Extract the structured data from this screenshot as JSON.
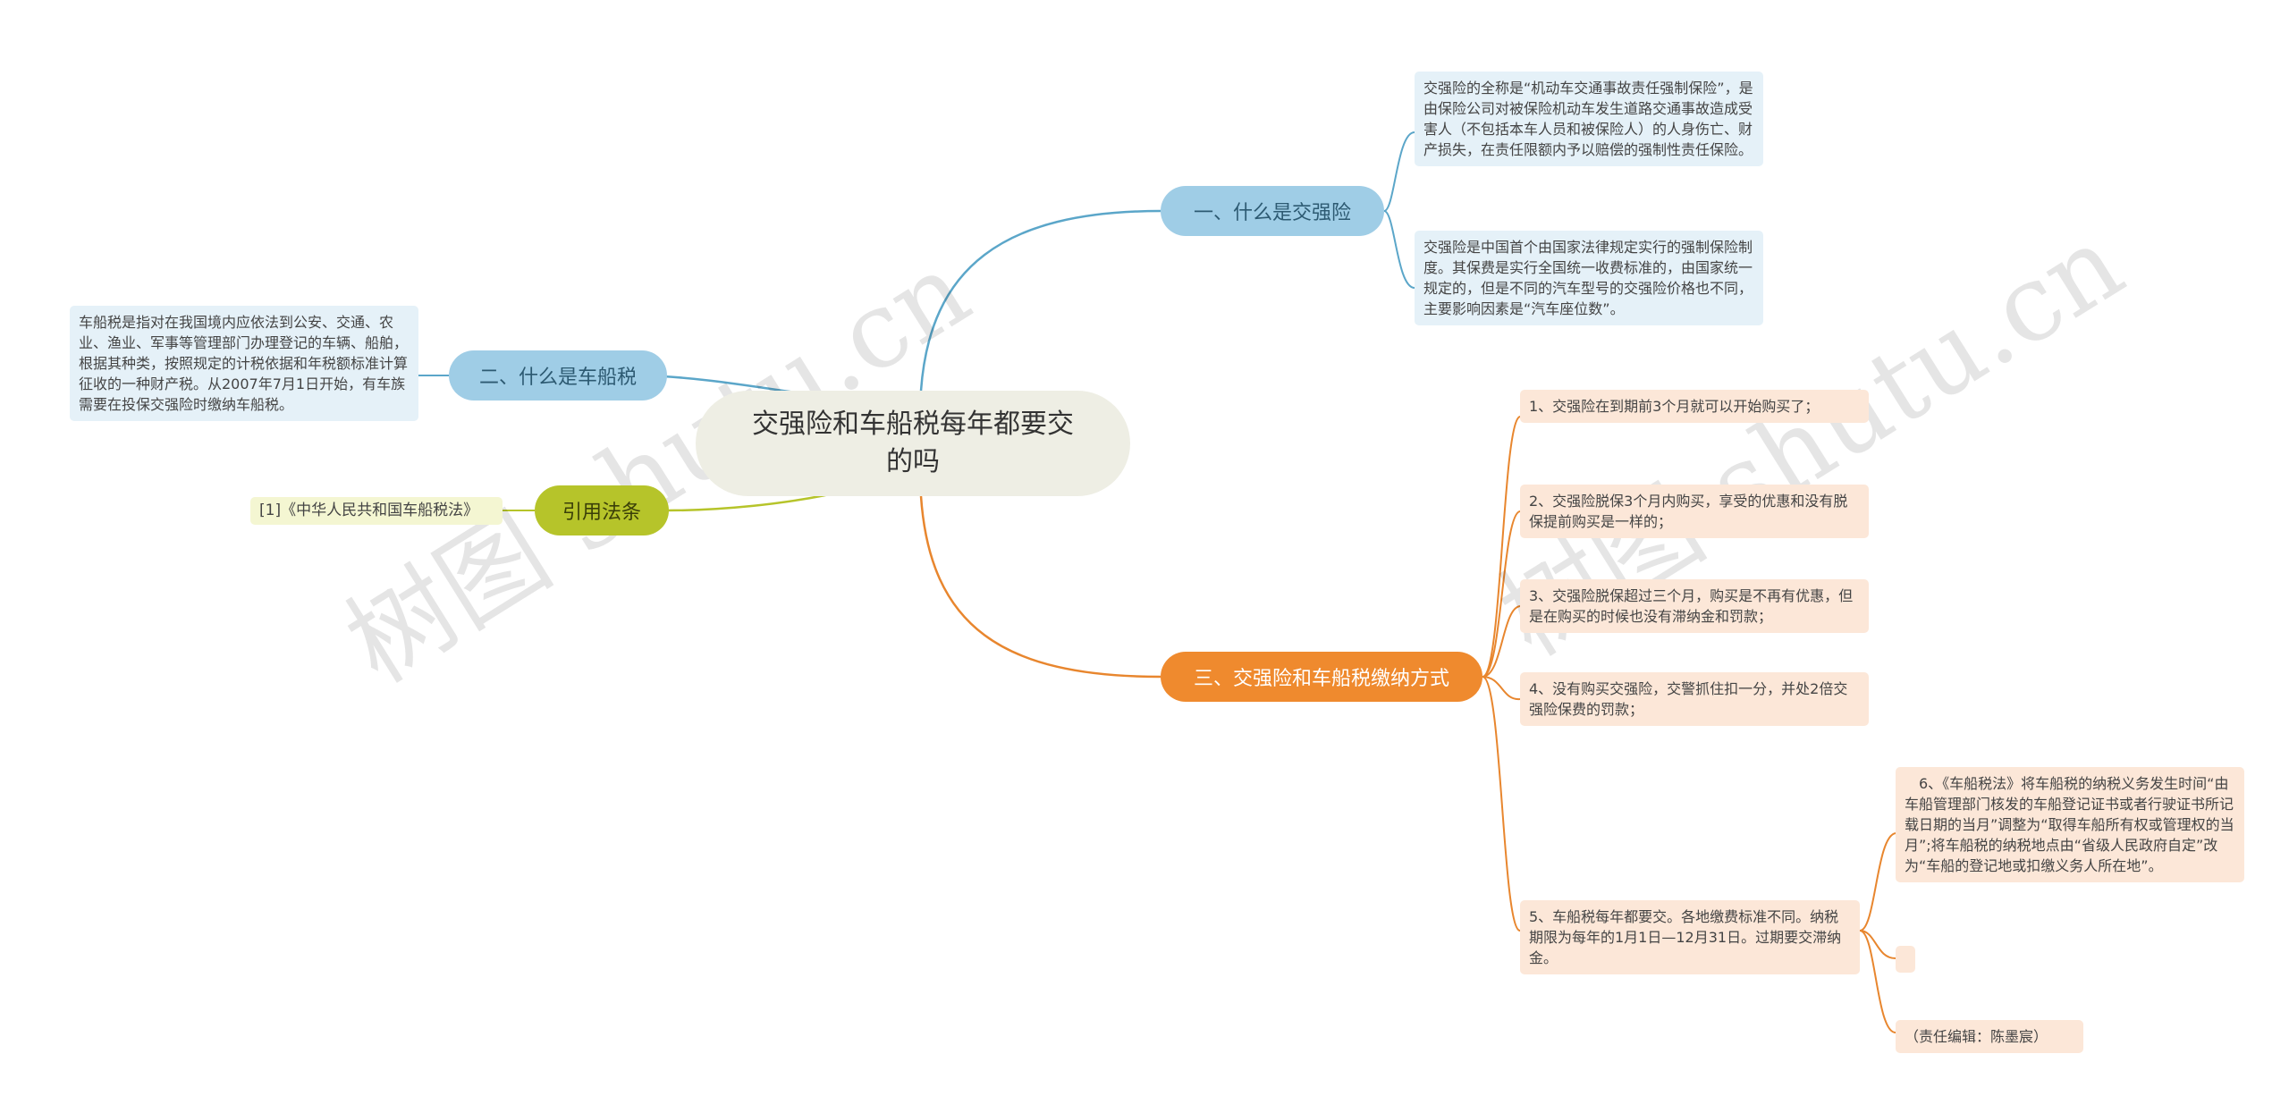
{
  "root": {
    "title": "交强险和车船税每年都要交的吗"
  },
  "branches": {
    "b1": {
      "label": "一、什么是交强险",
      "items": [
        "交强险的全称是“机动车交通事故责任强制保险”，是由保险公司对被保险机动车发生道路交通事故造成受害人（不包括本车人员和被保险人）的人身伤亡、财产损失，在责任限额内予以赔偿的强制性责任保险。",
        "交强险是中国首个由国家法律规定实行的强制保险制度。其保费是实行全国统一收费标准的，由国家统一规定的，但是不同的汽车型号的交强险价格也不同，主要影响因素是“汽车座位数”。"
      ]
    },
    "b2": {
      "label": "二、什么是车船税",
      "items": [
        "车船税是指对在我国境内应依法到公安、交通、农业、渔业、军事等管理部门办理登记的车辆、船舶，根据其种类，按照规定的计税依据和年税额标准计算征收的一种财产税。从2007年7月1日开始，有车族需要在投保交强险时缴纳车船税。"
      ]
    },
    "b3": {
      "label": "引用法条",
      "items": [
        "[1]《中华人民共和国车船税法》"
      ]
    },
    "b4": {
      "label": "三、交强险和车船税缴纳方式",
      "items": [
        "1、交强险在到期前3个月就可以开始购买了；",
        "2、交强险脱保3个月内购买，享受的优惠和没有脱保提前购买是一样的；",
        "3、交强险脱保超过三个月，购买是不再有优惠，但是在购买的时候也没有滞纳金和罚款；",
        "4、没有购买交强险，交警抓住扣一分，并处2倍交强险保费的罚款；",
        "5、车船税每年都要交。各地缴费标准不同。纳税期限为每年的1月1日—12月31日。过期要交滞纳金。"
      ],
      "sub_items": [
        "　6、《车船税法》将车船税的纳税义务发生时间“由车船管理部门核发的车船登记证书或者行驶证书所记载日期的当月”调整为“取得车船所有权或管理权的当月”;将车船税的纳税地点由“省级人民政府自定”改为“车船的登记地或扣缴义务人所在地”。",
        "",
        "（责任编辑：陈墨宸）"
      ]
    }
  },
  "watermarks": [
    "树图 shutu.cn",
    "树图 shutu.cn"
  ],
  "colors": {
    "blue": "#5ba6c9",
    "green": "#b6c42a",
    "orange": "#e8862e"
  }
}
